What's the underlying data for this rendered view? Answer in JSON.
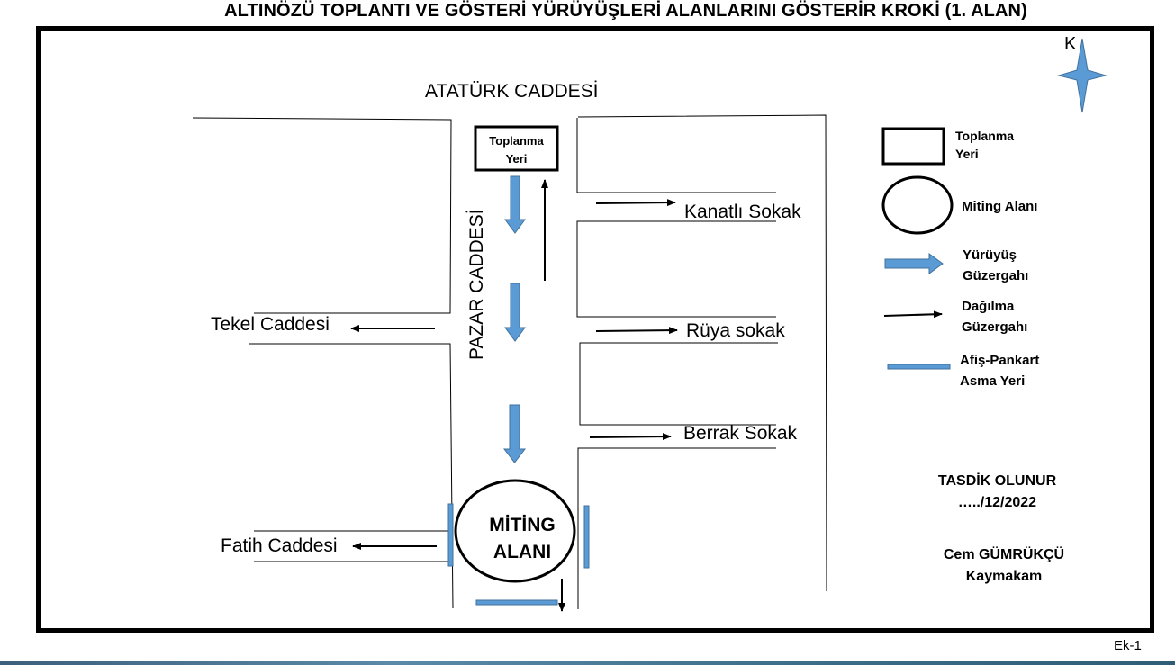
{
  "title": "ALTINÖZÜ TOPLANTI VE GÖSTERİ YÜRÜYÜŞLERİ ALANLARINI GÖSTERİR KROKİ (1. ALAN)",
  "compass_label": "K",
  "streets": {
    "ataturk": "ATATÜRK CADDESİ",
    "pazar": "PAZAR CADDESİ",
    "tekel": "Tekel Caddesi",
    "fatih": "Fatih Caddesi",
    "kanatli": "Kanatlı Sokak",
    "ruya": "Rüya sokak",
    "berrak": "Berrak Sokak"
  },
  "map": {
    "toplanma_line1": "Toplanma",
    "toplanma_line2": "Yeri",
    "miting_line1": "MİTİNG",
    "miting_line2": "ALANI"
  },
  "legend": {
    "toplanma_line1": "Toplanma",
    "toplanma_line2": "Yeri",
    "miting": "Miting Alanı",
    "yuruyus_line1": "Yürüyüş",
    "yuruyus_line2": "Güzergahı",
    "dagilma_line1": "Dağılma",
    "dagilma_line2": "Güzergahı",
    "afis_line1": "Afiş-Pankart",
    "afis_line2": "Asma Yeri"
  },
  "approval": {
    "line1": "TASDİK OLUNUR",
    "line2": "…../12/2022",
    "name": "Cem GÜMRÜKÇÜ",
    "role": "Kaymakam"
  },
  "page_label": "Ek-1",
  "colors": {
    "route_blue": "#5b9bd5",
    "route_blue_border": "#41719c",
    "frame": "#000000"
  }
}
